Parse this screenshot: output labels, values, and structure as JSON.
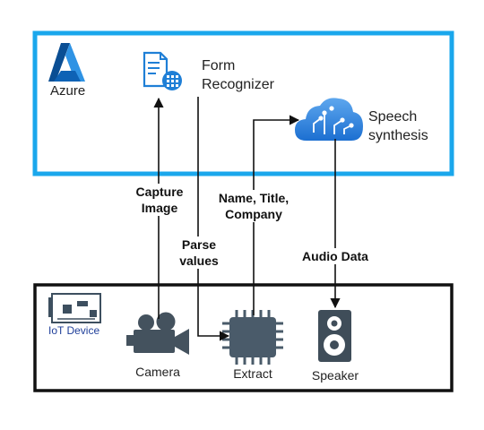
{
  "cloud": {
    "name": "Azure",
    "services": {
      "form_recognizer": [
        "Form",
        "Recognizer"
      ],
      "speech_synthesis": [
        "Speech",
        "synthesis"
      ]
    }
  },
  "device": {
    "name": "IoT Device",
    "camera": "Camera",
    "extract": "Extract",
    "speaker": "Speaker"
  },
  "flows": {
    "capture_image": [
      "Capture",
      "Image"
    ],
    "parse_values": [
      "Parse",
      "values"
    ],
    "name_title_company": [
      "Name, Title,",
      "Company"
    ],
    "audio_data": "Audio Data"
  },
  "colors": {
    "azure_border": "#1aa7ec",
    "device_border": "#111111",
    "icon_blue": "#1f7fd6",
    "chip": "#4a5b6a",
    "iot_label": "#1f3f9a"
  }
}
